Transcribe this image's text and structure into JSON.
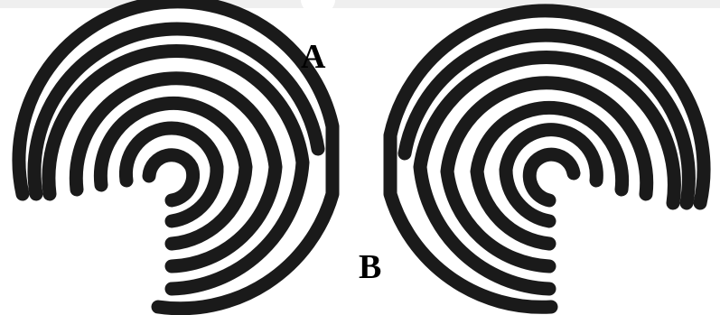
{
  "labels": {
    "a": "A",
    "b": "B"
  },
  "colors": {
    "stroke": "#1a1a1a",
    "background": "#ffffff",
    "band": "#efefef"
  },
  "figures": [
    {
      "name": "spiral-a",
      "description_label": "A"
    },
    {
      "name": "spiral-b",
      "description_label": "B"
    }
  ]
}
